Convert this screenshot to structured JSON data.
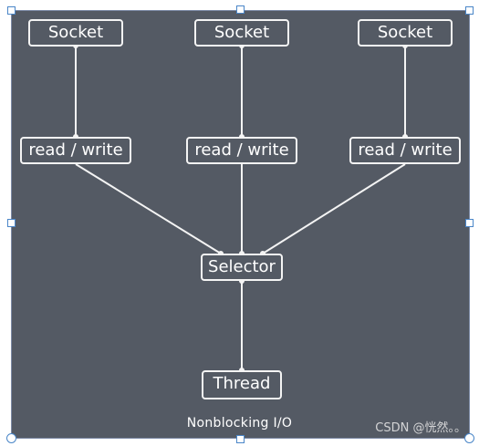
{
  "diagram": {
    "caption": "Nonblocking I/O",
    "sockets": [
      "Socket",
      "Socket",
      "Socket"
    ],
    "read_write": [
      "read / write",
      "read / write",
      "read / write"
    ],
    "selector": "Selector",
    "thread": "Thread"
  },
  "watermark": "CSDN @恍然。。",
  "colors": {
    "panel": "#545a64",
    "line": "#f4f4f4",
    "handle_border": "#4a86c8"
  }
}
